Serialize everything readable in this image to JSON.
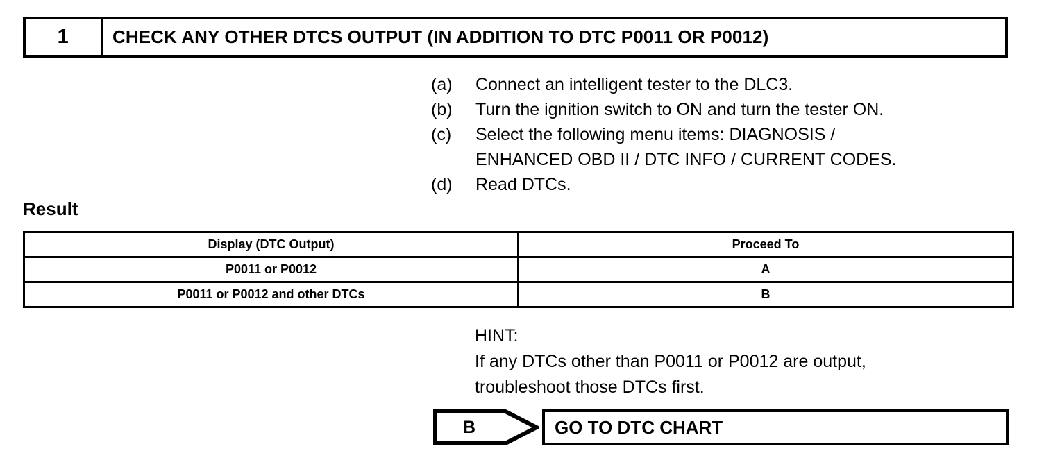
{
  "step": {
    "number": "1",
    "title": "CHECK ANY OTHER DTCS OUTPUT (IN ADDITION TO DTC P0011 OR P0012)"
  },
  "procedure": [
    {
      "label": "(a)",
      "text": "Connect an intelligent tester to the DLC3.",
      "cont": ""
    },
    {
      "label": "(b)",
      "text": "Turn the ignition switch to ON and turn the tester ON.",
      "cont": ""
    },
    {
      "label": "(c)",
      "text": "Select the following menu items: DIAGNOSIS /",
      "cont": "ENHANCED OBD II / DTC INFO / CURRENT CODES."
    },
    {
      "label": "(d)",
      "text": "Read DTCs.",
      "cont": ""
    }
  ],
  "result": {
    "label": "Result",
    "columns": [
      "Display (DTC Output)",
      "Proceed To"
    ],
    "rows": [
      [
        "P0011 or P0012",
        "A"
      ],
      [
        "P0011 or P0012 and other DTCs",
        "B"
      ]
    ]
  },
  "hint": {
    "title": "HINT:",
    "line1": "If any DTCs other than P0011 or P0012 are output,",
    "line2": "troubleshoot those DTCs first."
  },
  "goto": {
    "arrow_label": "B",
    "action": "GO TO DTC CHART"
  }
}
